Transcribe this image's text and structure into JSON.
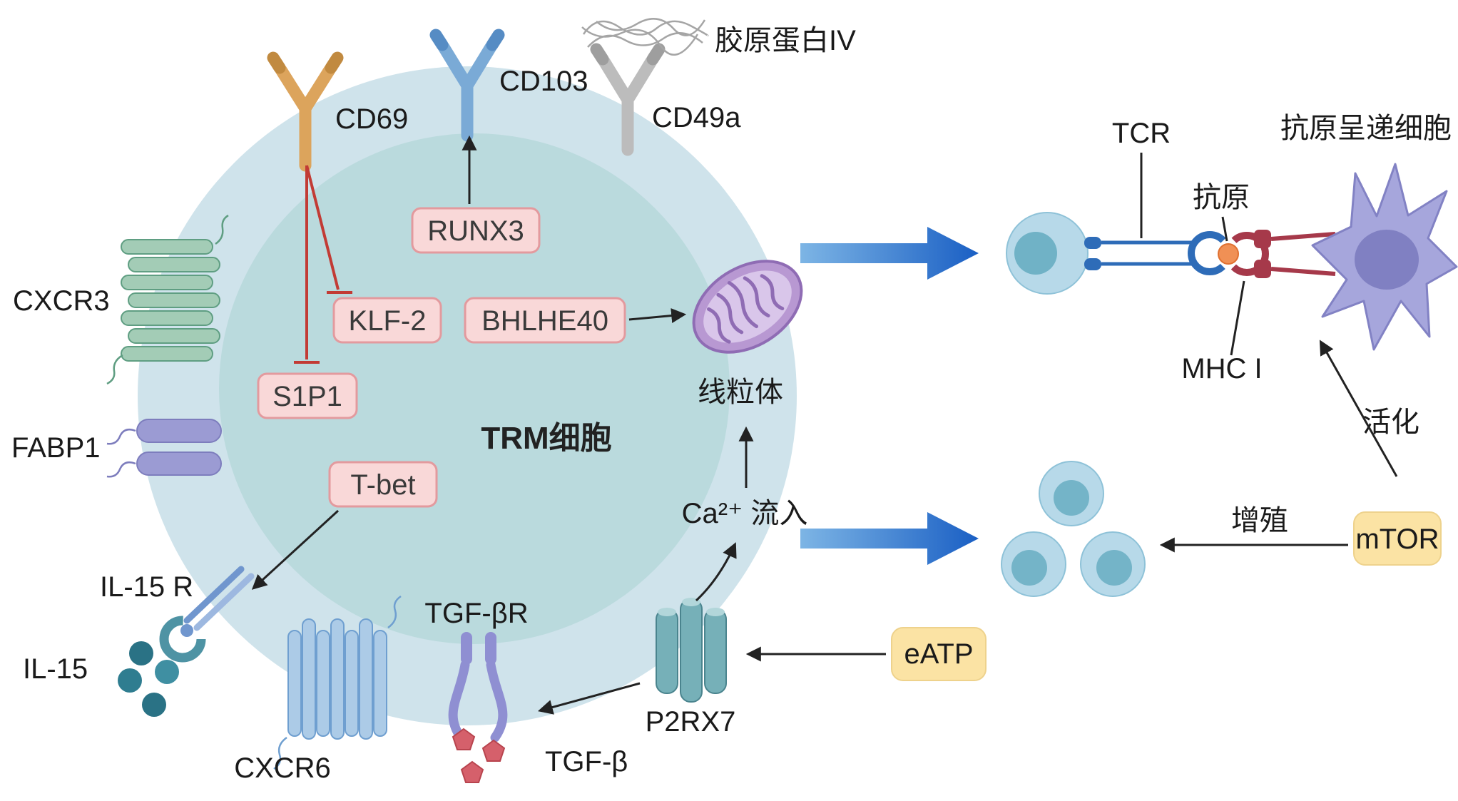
{
  "colors": {
    "cell_membrane": "#cfe3eb",
    "cell_cytoplasm": "#badadd",
    "factor_box_fill": "#f9d8d8",
    "factor_box_border": "#e39a9e",
    "signal_box_fill": "#fbe3a4",
    "inhibition_red": "#c23b35",
    "flow_arrow_light": "#7db5e5",
    "flow_arrow_dark": "#1a5fc4"
  },
  "cell": {
    "label": "TRM细胞"
  },
  "surface_receptors": {
    "cd69": "CD69",
    "cd103": "CD103",
    "cd49a": "CD49a",
    "collagen_iv": "胶原蛋白IV",
    "cxcr3": "CXCR3",
    "fabp1": "FABP1",
    "il15_receptor": "IL-15 R",
    "il15": "IL-15",
    "cxcr6": "CXCR6",
    "tgfb_receptor": "TGF-βR",
    "tgfb": "TGF-β",
    "p2rx7": "P2RX7"
  },
  "transcription_factors": {
    "runx3": "RUNX3",
    "klf2": "KLF-2",
    "bhlhe40": "BHLHE40",
    "s1p1": "S1P1",
    "tbet": "T-bet"
  },
  "signaling": {
    "mitochondria": "线粒体",
    "ca_influx": "Ca²⁺ 流入",
    "eatp": "eATP"
  },
  "right_panel": {
    "tcr": "TCR",
    "antigen": "抗原",
    "mhc1": "MHC I",
    "apc": "抗原呈递细胞",
    "activation": "活化",
    "mtor": "mTOR",
    "proliferation": "增殖"
  }
}
